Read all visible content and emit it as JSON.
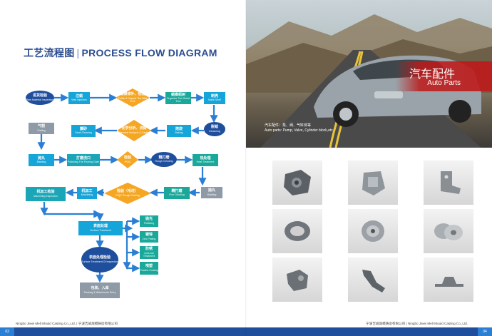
{
  "left": {
    "title_zh": "工艺流程图",
    "title_en": "PROCESS FLOW DIAGRAM",
    "title_sep": "|",
    "footer": "Ningbo Jiwei Melt Mould Casting Co.,Ltd. | 宁波吉威熔模铸造有限公司",
    "page_no": "03",
    "nodes": {
      "n1": {
        "zh": "进货检验",
        "en": "Raw Material Inspection"
      },
      "n2": {
        "zh": "注蜡",
        "en": "Wax Injection"
      },
      "n3": {
        "zh": "蜡模修补、检验",
        "en": "Polish & Inspect The Wax Tree"
      },
      "n4": {
        "zh": "蜡模组树",
        "en": "Organize The Mould Tree"
      },
      "n5": {
        "zh": "制壳",
        "en": "Make Shell"
      },
      "n6": {
        "zh": "脱蜡",
        "en": "Dewaxing"
      },
      "n7": {
        "zh": "焙烧",
        "en": "Baking"
      },
      "n8": {
        "zh": "化学分析、浇铸",
        "en": "Chemical Analysis & Casting"
      },
      "n9": {
        "zh": "震砂",
        "en": "Sand Cleaning"
      },
      "n10": {
        "zh": "气割",
        "en": "Cutting"
      },
      "n11": {
        "zh": "抛丸",
        "en": "Blasting"
      },
      "n12": {
        "zh": "打磨浇口",
        "en": "Polishing The Pouring Gate"
      },
      "n13": {
        "zh": "检验",
        "en": "IPQC"
      },
      "n14": {
        "zh": "粗打磨",
        "en": "Rough Grinding"
      },
      "n15": {
        "zh": "热处理",
        "en": "Heat Treatment"
      },
      "n16": {
        "zh": "抛丸",
        "en": "Blasting"
      },
      "n17": {
        "zh": "精打磨",
        "en": "Fine Grinding"
      },
      "n18": {
        "zh": "检验（毛坯）",
        "en": "IPQC Rough Casting"
      },
      "n19": {
        "zh": "机加工",
        "en": "Machining"
      },
      "n20": {
        "zh": "机加工检验",
        "en": "Machining Inspection"
      },
      "n21": {
        "zh": "表面处理",
        "en": "Surface Treatment"
      },
      "n22": {
        "zh": "抛光",
        "en": "Polishing"
      },
      "n23": {
        "zh": "镀锌",
        "en": "Zinc Plating"
      },
      "n24": {
        "zh": "防锈",
        "en": "Anti-rust Treatment"
      },
      "n25": {
        "zh": "喷塑",
        "en": "Powder Coating"
      },
      "n26": {
        "zh": "表面处理检验",
        "en": "Surface Treatment Of Inspection"
      },
      "n27": {
        "zh": "包装、入库",
        "en": "Packing & Warehouse Entry"
      }
    }
  },
  "right": {
    "photo_title_zh": "汽车配件",
    "photo_title_en": "Auto Parts",
    "caption_zh": "汽车配件：泵、阀、气缸体等",
    "caption_en": "Auto parts: Pump, Valve, Cylinder block,etc",
    "footer": "宁波吉威熔模铸造有限公司 | Ningbo Jiwei Melt Mould Casting Co.,Ltd.",
    "page_no": "04",
    "products": [
      {
        "icon": "gearbox-housing-icon"
      },
      {
        "icon": "pump-bracket-icon"
      },
      {
        "icon": "angle-bracket-icon"
      },
      {
        "icon": "flange-ring-icon"
      },
      {
        "icon": "pulley-icon"
      },
      {
        "icon": "brake-disc-icon"
      },
      {
        "icon": "valve-body-icon"
      },
      {
        "icon": "control-arm-icon"
      },
      {
        "icon": "strap-bracket-icon"
      }
    ]
  },
  "colors": {
    "accent": "#1f4e9c",
    "orange": "#f5a623",
    "teal": "#1aa6b7",
    "red": "#be1919"
  }
}
